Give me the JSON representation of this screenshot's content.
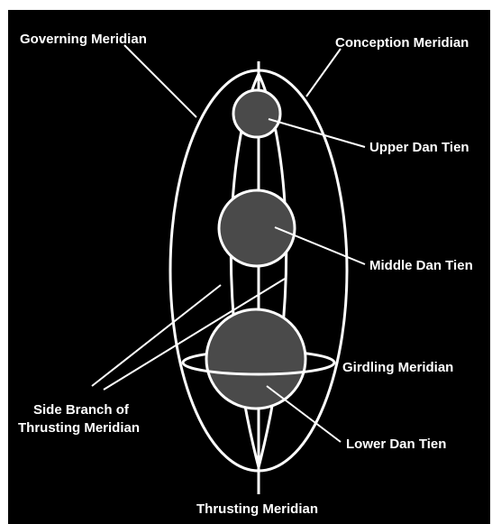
{
  "labels": {
    "governing": "Governing Meridian",
    "conception": "Conception Meridian",
    "upper": "Upper Dan Tien",
    "middle": "Middle Dan Tien",
    "girdling": "Girdling Meridian",
    "side_branch_line1": "Side Branch of",
    "side_branch_line2": "Thrusting Meridian",
    "lower": "Lower Dan Tien",
    "thrusting": "Thrusting Meridian"
  },
  "colors": {
    "background": "#000000",
    "line": "#ffffff",
    "sphere_fill": "#4a4a4a",
    "text": "#ffffff"
  }
}
